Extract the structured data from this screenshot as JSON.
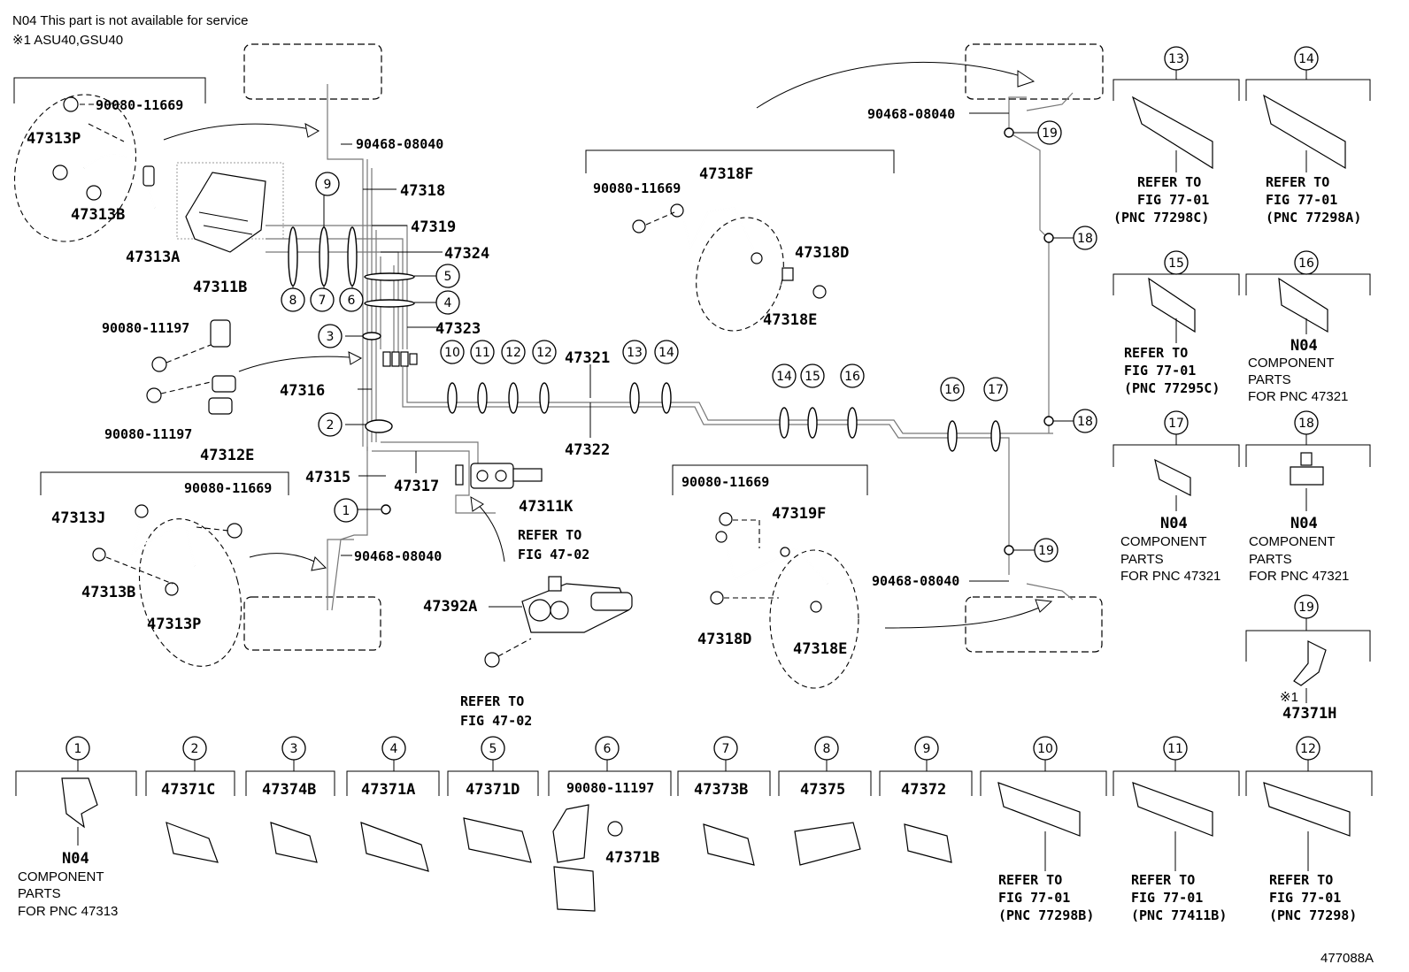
{
  "header": {
    "note_n04": "N04 This part is not available for service",
    "note_1": "※1 ASU40,GSU40"
  },
  "figure_id": "477088A",
  "part_labels": {
    "p90080_11669_a": "90080-11669",
    "p47313P_a": "47313P",
    "p47313B_a": "47313B",
    "p47313A": "47313A",
    "p90468_08040_a": "90468-08040",
    "p47318": "47318",
    "p47319": "47319",
    "p47324": "47324",
    "p47323": "47323",
    "p47311B": "47311B",
    "p90080_11197_a": "90080-11197",
    "p90080_11197_b": "90080-11197",
    "p47316": "47316",
    "p47312E": "47312E",
    "p47315": "47315",
    "p47317": "47317",
    "p47311K": "47311K",
    "p47321": "47321",
    "p47322": "47322",
    "p90080_11669_b": "90080-11669",
    "p47313J": "47313J",
    "p47313B_b": "47313B",
    "p47313P_b": "47313P",
    "p90468_08040_b": "90468-08040",
    "p47392A": "47392A",
    "p90080_11669_c": "90080-11669",
    "p47318F": "47318F",
    "p47318D_a": "47318D",
    "p47318E_a": "47318E",
    "p90468_08040_c": "90468-08040",
    "p90080_11669_d": "90080-11669",
    "p47319F": "47319F",
    "p47318D_b": "47318D",
    "p47318E_b": "47318E",
    "p90468_08040_d": "90468-08040",
    "p47371H": "47371H",
    "mark_1": "※1"
  },
  "refer": {
    "fig4702_a_l1": "REFER TO",
    "fig4702_a_l2": "FIG 47-02",
    "fig4702_b_l1": "REFER TO",
    "fig4702_b_l2": "FIG 47-02"
  },
  "callouts": {
    "c1": "1",
    "c2": "2",
    "c3": "3",
    "c4": "4",
    "c5": "5",
    "c6": "6",
    "c7": "7",
    "c8": "8",
    "c9": "9",
    "c10": "10",
    "c11": "11",
    "c12": "12",
    "c13": "13",
    "c14a": "14",
    "c14b": "14",
    "c15": "15",
    "c16a": "16",
    "c16b": "16",
    "c17": "17",
    "c18a": "18",
    "c18b": "18",
    "c19a": "19",
    "c19b": "19"
  },
  "legend_right": [
    {
      "num": "13",
      "l1": "REFER TO",
      "l2": "FIG 77-01",
      "l3": "(PNC 77298C)"
    },
    {
      "num": "14",
      "l1": "REFER TO",
      "l2": "FIG 77-01",
      "l3": "(PNC 77298A)"
    },
    {
      "num": "15",
      "l1": "REFER TO",
      "l2": "FIG 77-01",
      "l3": "(PNC 77295C)"
    },
    {
      "num": "16",
      "l1": "N04",
      "l2": "COMPONENT",
      "l3": "PARTS",
      "l4": "FOR PNC 47321"
    },
    {
      "num": "17",
      "l1": "N04",
      "l2": "COMPONENT",
      "l3": "PARTS",
      "l4": "FOR PNC 47321"
    },
    {
      "num": "18",
      "l1": "N04",
      "l2": "COMPONENT",
      "l3": "PARTS",
      "l4": "FOR PNC 47321"
    },
    {
      "num": "19"
    }
  ],
  "legend_bottom": [
    {
      "num": "1",
      "l1": "N04",
      "l2": "COMPONENT",
      "l3": "PARTS",
      "l4": "FOR PNC 47313"
    },
    {
      "num": "2",
      "part": "47371C"
    },
    {
      "num": "3",
      "part": "47374B"
    },
    {
      "num": "4",
      "part": "47371A"
    },
    {
      "num": "5",
      "part": "47371D"
    },
    {
      "num": "6",
      "part": "90080-11197",
      "part2": "47371B"
    },
    {
      "num": "7",
      "part": "47373B"
    },
    {
      "num": "8",
      "part": "47375"
    },
    {
      "num": "9",
      "part": "47372"
    },
    {
      "num": "10",
      "l1": "REFER TO",
      "l2": "FIG 77-01",
      "l3": "(PNC 77298B)"
    },
    {
      "num": "11",
      "l1": "REFER TO",
      "l2": "FIG 77-01",
      "l3": "(PNC 77411B)"
    },
    {
      "num": "12",
      "l1": "REFER TO",
      "l2": "FIG 77-01",
      "l3": "(PNC 77298)"
    }
  ]
}
